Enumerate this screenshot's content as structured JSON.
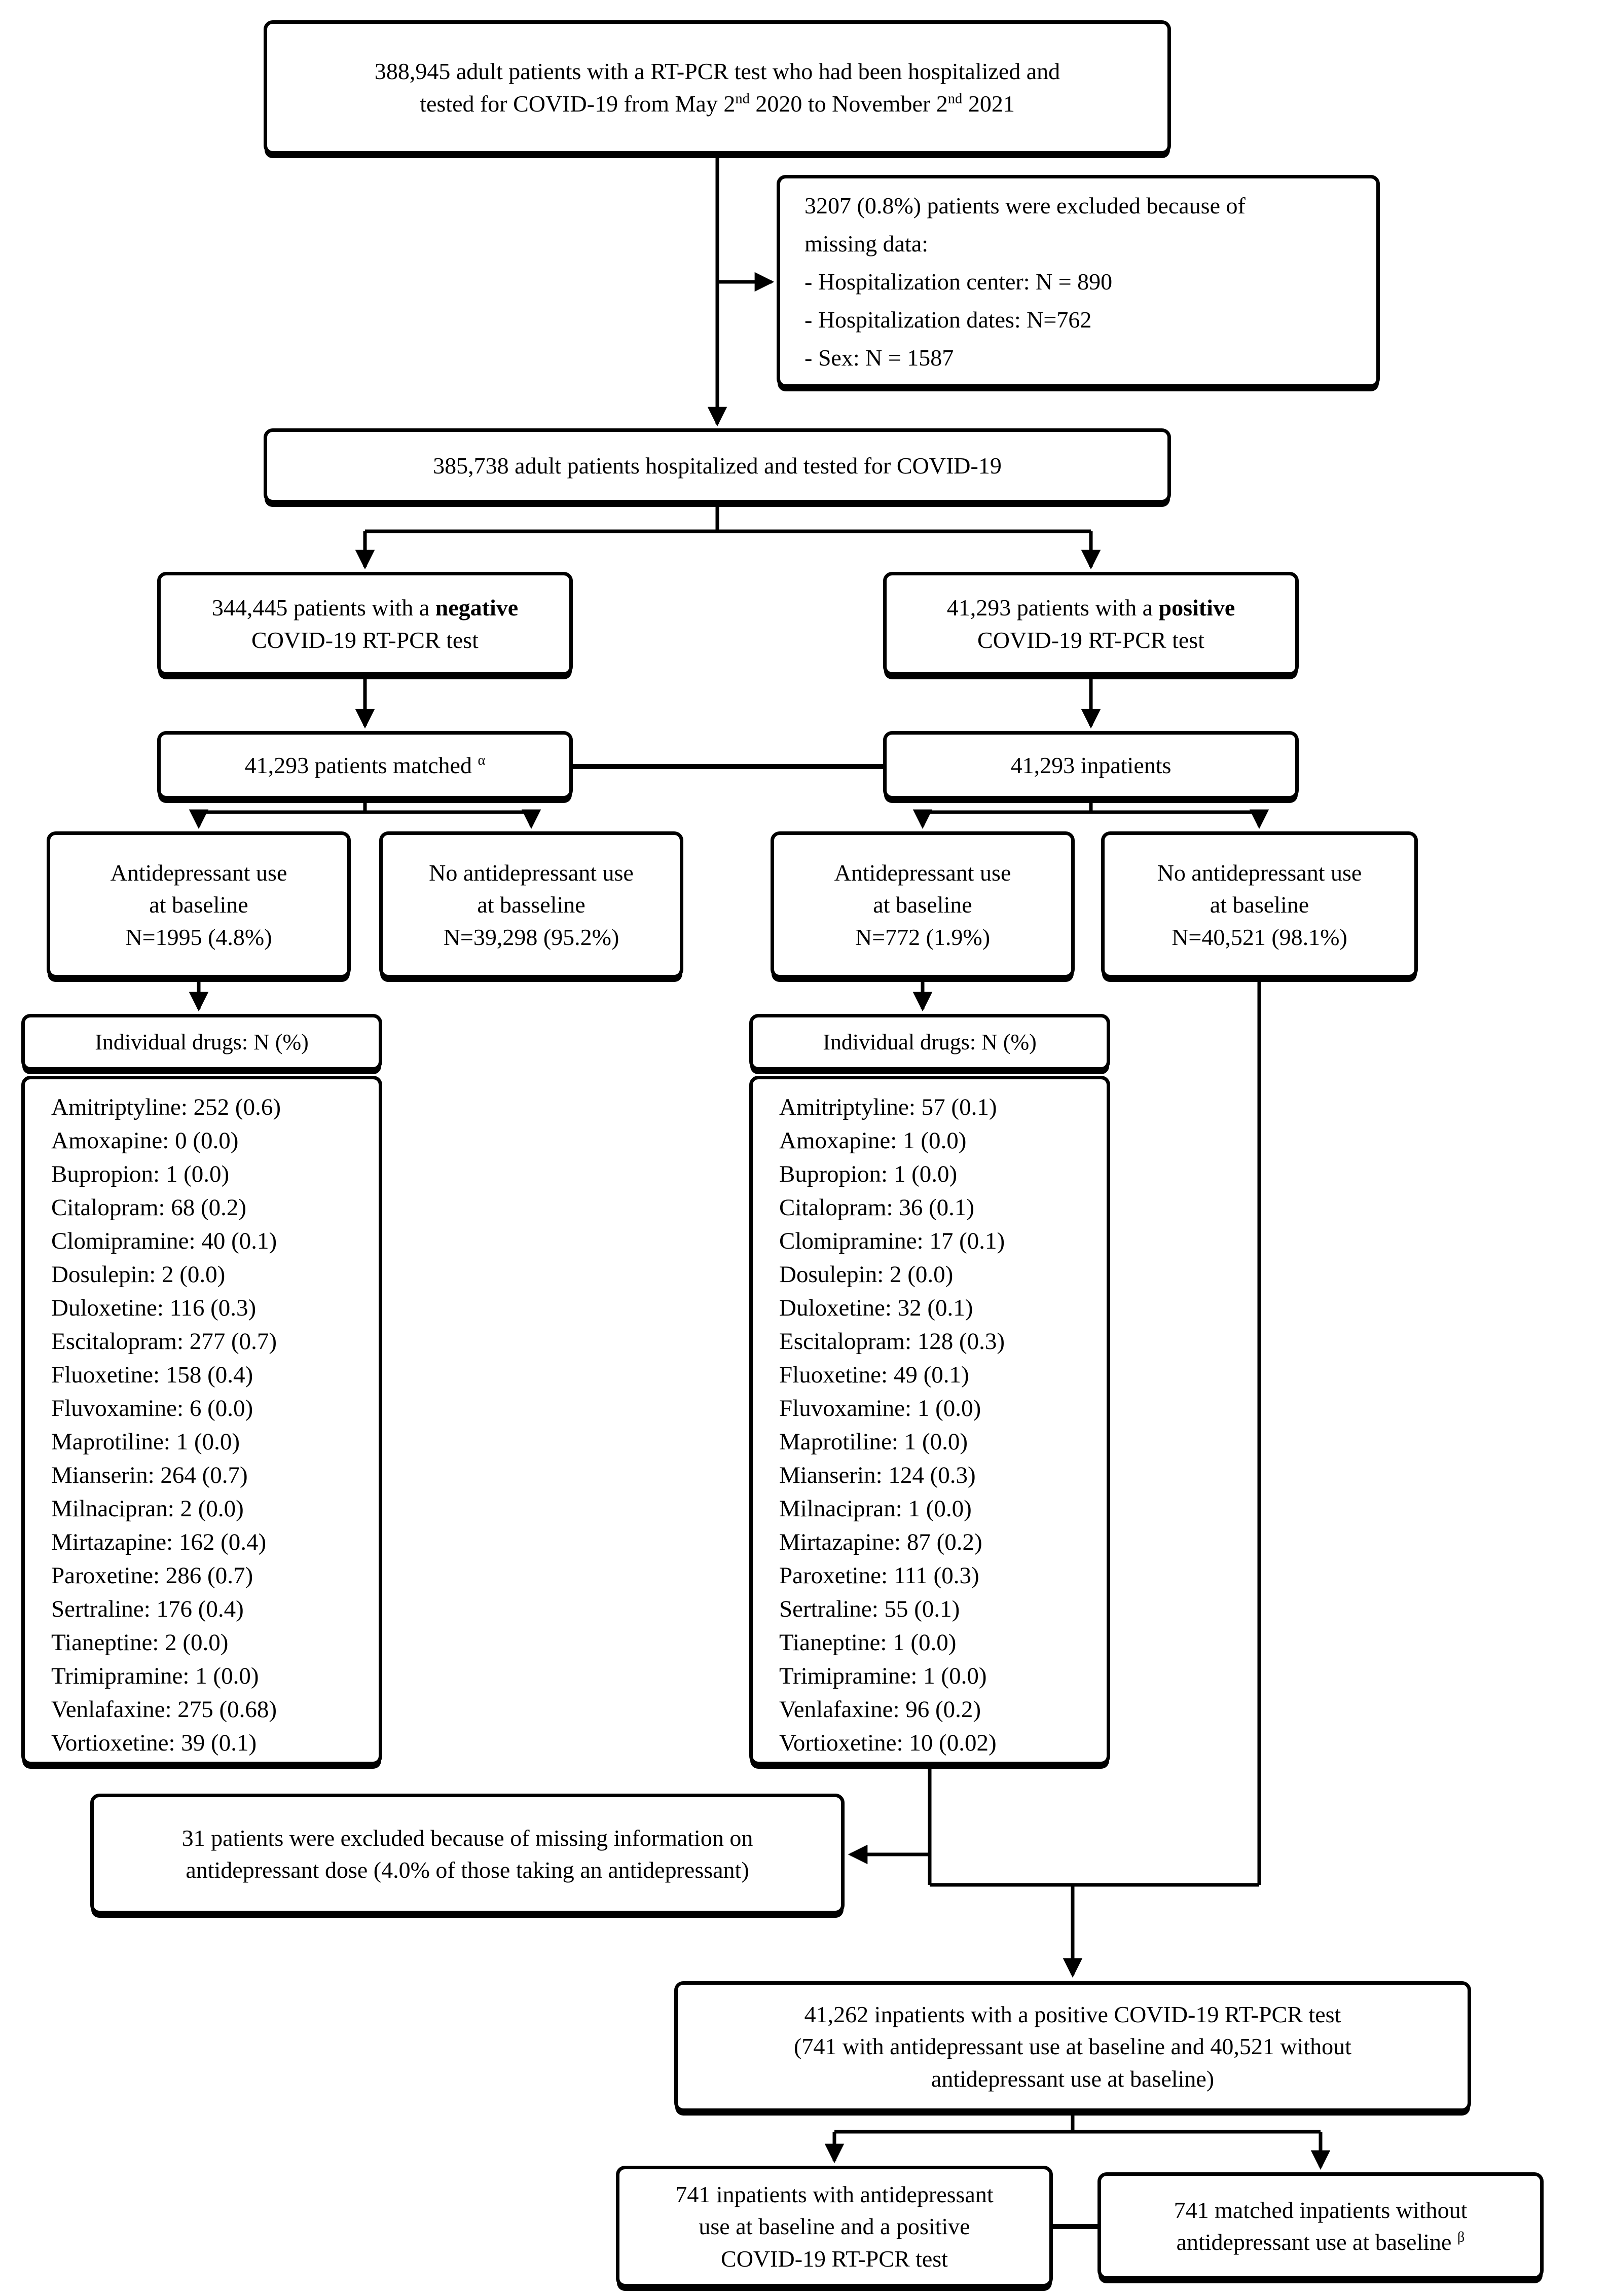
{
  "flow": {
    "top": {
      "line1": "388,945 adult patients with a RT-PCR test who had been hospitalized and",
      "line2_pre": "tested for COVID-19 from May 2",
      "line2_sup1": "nd",
      "line2_mid": " 2020 to November 2",
      "line2_sup2": "nd",
      "line2_end": " 2021"
    },
    "exclusion_top": {
      "lines": [
        "3207 (0.8%) patients were excluded because of",
        "missing data:",
        "- Hospitalization center: N = 890",
        "- Hospitalization dates: N=762",
        "- Sex: N = 1587"
      ]
    },
    "all_tested": "385,738 adult patients hospitalized and tested for COVID-19",
    "negative": {
      "pre": "344,445 patients with a ",
      "bold": "negative",
      "line2": "COVID-19 RT-PCR test"
    },
    "positive": {
      "pre": "41,293 patients with a ",
      "bold": "positive",
      "line2": "COVID-19 RT-PCR test"
    },
    "matched": {
      "pre": "41,293 patients matched ",
      "sup": "α"
    },
    "inpatients": "41,293 inpatients",
    "ad_left": {
      "l1": "Antidepressant use",
      "l2": "at baseline",
      "l3": "N=1995 (4.8%)"
    },
    "noad_left": {
      "l1": "No antidepressant use",
      "l2": "at basseline",
      "l3": "N=39,298 (95.2%)"
    },
    "ad_right": {
      "l1": "Antidepressant use",
      "l2": "at baseline",
      "l3": "N=772 (1.9%)"
    },
    "noad_right": {
      "l1": "No antidepressant use",
      "l2": "at baseline",
      "l3": "N=40,521 (98.1%)"
    },
    "drugs_header_left": "Individual drugs: N (%)",
    "drugs_header_right": "Individual drugs: N (%)",
    "drugs_left": [
      "Amitriptyline: 252 (0.6)",
      "Amoxapine: 0 (0.0)",
      "Bupropion: 1 (0.0)",
      "Citalopram: 68 (0.2)",
      "Clomipramine: 40 (0.1)",
      "Dosulepin: 2 (0.0)",
      "Duloxetine: 116 (0.3)",
      "Escitalopram: 277 (0.7)",
      "Fluoxetine: 158 (0.4)",
      "Fluvoxamine: 6 (0.0)",
      "Maprotiline: 1 (0.0)",
      "Mianserin: 264 (0.7)",
      "Milnacipran: 2 (0.0)",
      "Mirtazapine: 162 (0.4)",
      "Paroxetine: 286 (0.7)",
      "Sertraline: 176 (0.4)",
      "Tianeptine: 2 (0.0)",
      "Trimipramine: 1 (0.0)",
      "Venlafaxine: 275 (0.68)",
      "Vortioxetine: 39 (0.1)"
    ],
    "drugs_right": [
      "Amitriptyline: 57 (0.1)",
      "Amoxapine: 1 (0.0)",
      "Bupropion: 1 (0.0)",
      "Citalopram: 36 (0.1)",
      "Clomipramine: 17 (0.1)",
      "Dosulepin: 2 (0.0)",
      "Duloxetine: 32 (0.1)",
      "Escitalopram: 128 (0.3)",
      "Fluoxetine: 49 (0.1)",
      "Fluvoxamine: 1 (0.0)",
      "Maprotiline: 1 (0.0)",
      "Mianserin: 124 (0.3)",
      "Milnacipran: 1 (0.0)",
      "Mirtazapine: 87 (0.2)",
      "Paroxetine: 111 (0.3)",
      "Sertraline: 55 (0.1)",
      "Tianeptine: 1 (0.0)",
      "Trimipramine: 1 (0.0)",
      "Venlafaxine: 96 (0.2)",
      "Vortioxetine: 10 (0.02)"
    ],
    "exclusion_dose": {
      "lines": [
        "31 patients were excluded because of missing information on",
        "antidepressant dose (4.0% of those taking an antidepressant)"
      ]
    },
    "final_cohort": {
      "lines": [
        "41,262 inpatients with a positive COVID-19 RT-PCR test",
        "(741 with antidepressant use at baseline and 40,521 without",
        "antidepressant use at baseline)"
      ]
    },
    "bottom_left": {
      "lines": [
        "741 inpatients with antidepressant",
        "use at baseline and a positive",
        "COVID-19 RT-PCR test"
      ]
    },
    "bottom_right": {
      "pre": "741 matched inpatients without antidepressant use at baseline ",
      "sup": "β"
    }
  }
}
